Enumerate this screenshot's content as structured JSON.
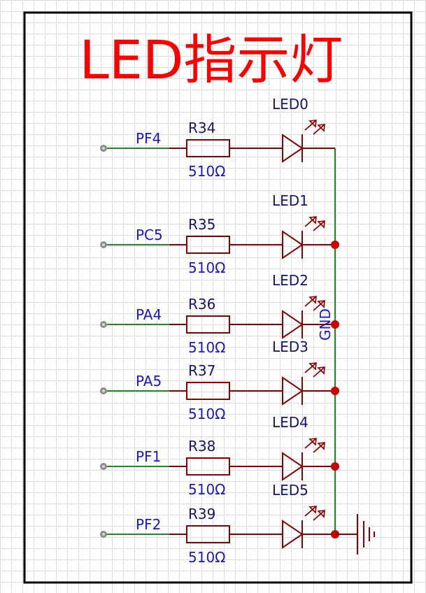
{
  "title": "LED指示灯",
  "ground_net": "GND",
  "colors": {
    "wire": "#1e8c1e",
    "component": "#8b0000",
    "junction": "#cc0000",
    "pin": "#8c8c8c",
    "net_label": "#1818c8",
    "designator": "#16166a",
    "title": "#ff0000",
    "frame": "#000000"
  },
  "channels": [
    {
      "net": "PF4",
      "resistor": "R34",
      "value": "510Ω",
      "led": "LED0"
    },
    {
      "net": "PC5",
      "resistor": "R35",
      "value": "510Ω",
      "led": "LED1"
    },
    {
      "net": "PA4",
      "resistor": "R36",
      "value": "510Ω",
      "led": "LED2"
    },
    {
      "net": "PA5",
      "resistor": "R37",
      "value": "510Ω",
      "led": "LED3"
    },
    {
      "net": "PF1",
      "resistor": "R38",
      "value": "510Ω",
      "led": "LED4"
    },
    {
      "net": "PF2",
      "resistor": "R39",
      "value": "510Ω",
      "led": "LED5"
    }
  ]
}
